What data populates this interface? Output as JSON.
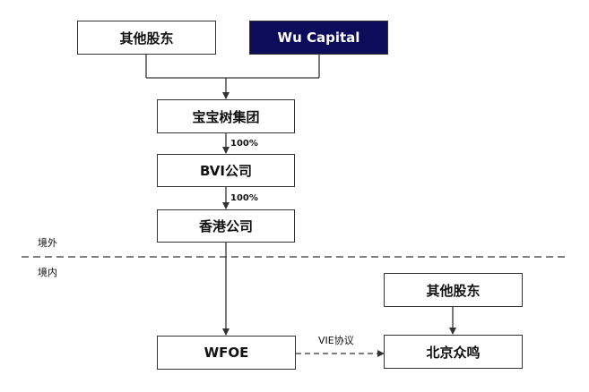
{
  "nodes": {
    "other_shareholders_top": "其他股东",
    "wu_capital": "Wu Capital",
    "baobaoshu_group": "宝宝树集团",
    "bvi_company": "BVI公司",
    "hk_company": "香港公司",
    "wfoe": "WFOE",
    "other_shareholders_right": "其他股东",
    "beijing_zhongming": "北京众鸣"
  },
  "edge_labels": {
    "group_to_bvi": "100%",
    "bvi_to_hk": "100%",
    "vie": "VIE协议"
  },
  "zones": {
    "offshore": "境外",
    "onshore": "境内"
  },
  "colors": {
    "wu_capital_fill": "#0c0c5a",
    "line": "#333333"
  }
}
